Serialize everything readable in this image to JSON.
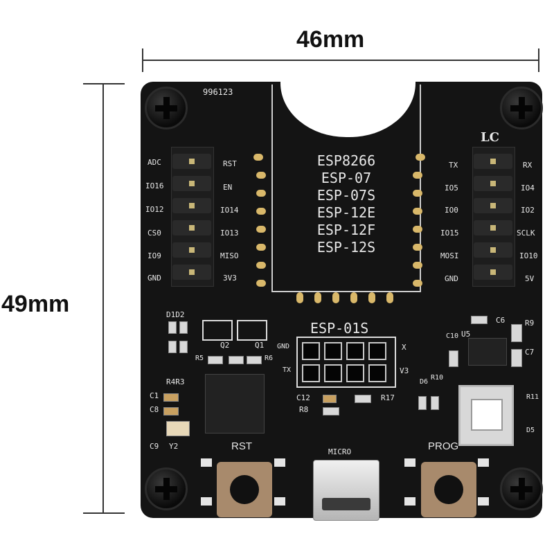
{
  "dimensions": {
    "width_label": "46mm",
    "height_label": "49mm"
  },
  "board": {
    "batch_code": "996123",
    "logo": "LC",
    "module_names": [
      "ESP8266",
      "ESP-07",
      "ESP-07S",
      "ESP-12E",
      "ESP-12F",
      "ESP-12S"
    ],
    "left_header_outer": [
      "ADC",
      "IO16",
      "IO12",
      "CS0",
      "IO9",
      "GND"
    ],
    "left_header_inner": [
      "RST",
      "EN",
      "IO14",
      "IO13",
      "MISO",
      "3V3"
    ],
    "right_header_inner": [
      "TX",
      "IO5",
      "IO0",
      "IO15",
      "MOSI",
      "GND"
    ],
    "right_header_outer": [
      "RX",
      "IO4",
      "IO2",
      "SCLK",
      "IO10",
      "5V"
    ],
    "esp01s": {
      "title": "ESP-01S",
      "left_top": "GND",
      "left_bottom": "TX",
      "right_top": "X",
      "right_bottom": "V3"
    },
    "components": {
      "d1d2": "D1D2",
      "q2": "Q2",
      "q1": "Q1",
      "r5": "R5",
      "r6": "R6",
      "r4r3": "R4R3",
      "c1": "C1",
      "c8": "C8",
      "c9": "C9",
      "y2": "Y2",
      "c12": "C12",
      "r8": "R8",
      "r17": "R17",
      "c6": "C6",
      "r9": "R9",
      "c10": "C10",
      "u5": "U5",
      "c7": "C7",
      "d6": "D6",
      "r10": "R10",
      "r11": "R11",
      "d5": "D5"
    },
    "buttons": {
      "rst": "RST",
      "prog": "PROG",
      "usb": "MICRO"
    }
  }
}
